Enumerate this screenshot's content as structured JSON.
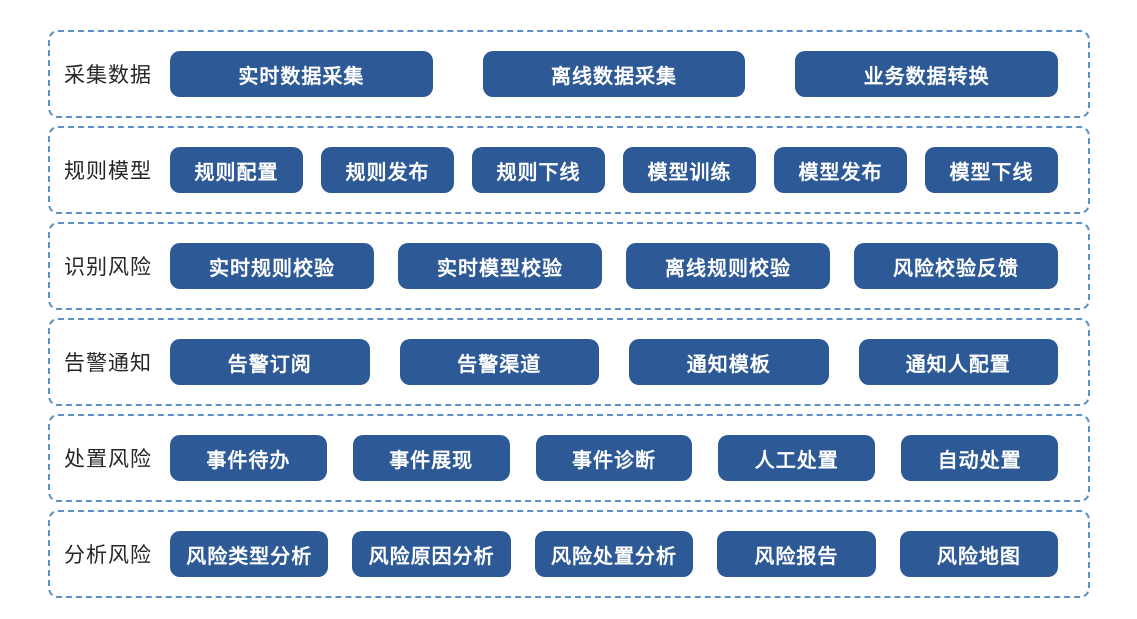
{
  "colors": {
    "button_bg": "#2d5a97",
    "button_text": "#ffffff",
    "row_border": "#5b8fc7",
    "label_text": "#262626",
    "background": "#ffffff"
  },
  "rows": [
    {
      "label": "采集数据",
      "items": [
        "实时数据采集",
        "离线数据采集",
        "业务数据转换"
      ]
    },
    {
      "label": "规则模型",
      "items": [
        "规则配置",
        "规则发布",
        "规则下线",
        "模型训练",
        "模型发布",
        "模型下线"
      ]
    },
    {
      "label": "识别风险",
      "items": [
        "实时规则校验",
        "实时模型校验",
        "离线规则校验",
        "风险校验反馈"
      ]
    },
    {
      "label": "告警通知",
      "items": [
        "告警订阅",
        "告警渠道",
        "通知模板",
        "通知人配置"
      ]
    },
    {
      "label": "处置风险",
      "items": [
        "事件待办",
        "事件展现",
        "事件诊断",
        "人工处置",
        "自动处置"
      ]
    },
    {
      "label": "分析风险",
      "items": [
        "风险类型分析",
        "风险原因分析",
        "风险处置分析",
        "风险报告",
        "风险地图"
      ]
    }
  ]
}
